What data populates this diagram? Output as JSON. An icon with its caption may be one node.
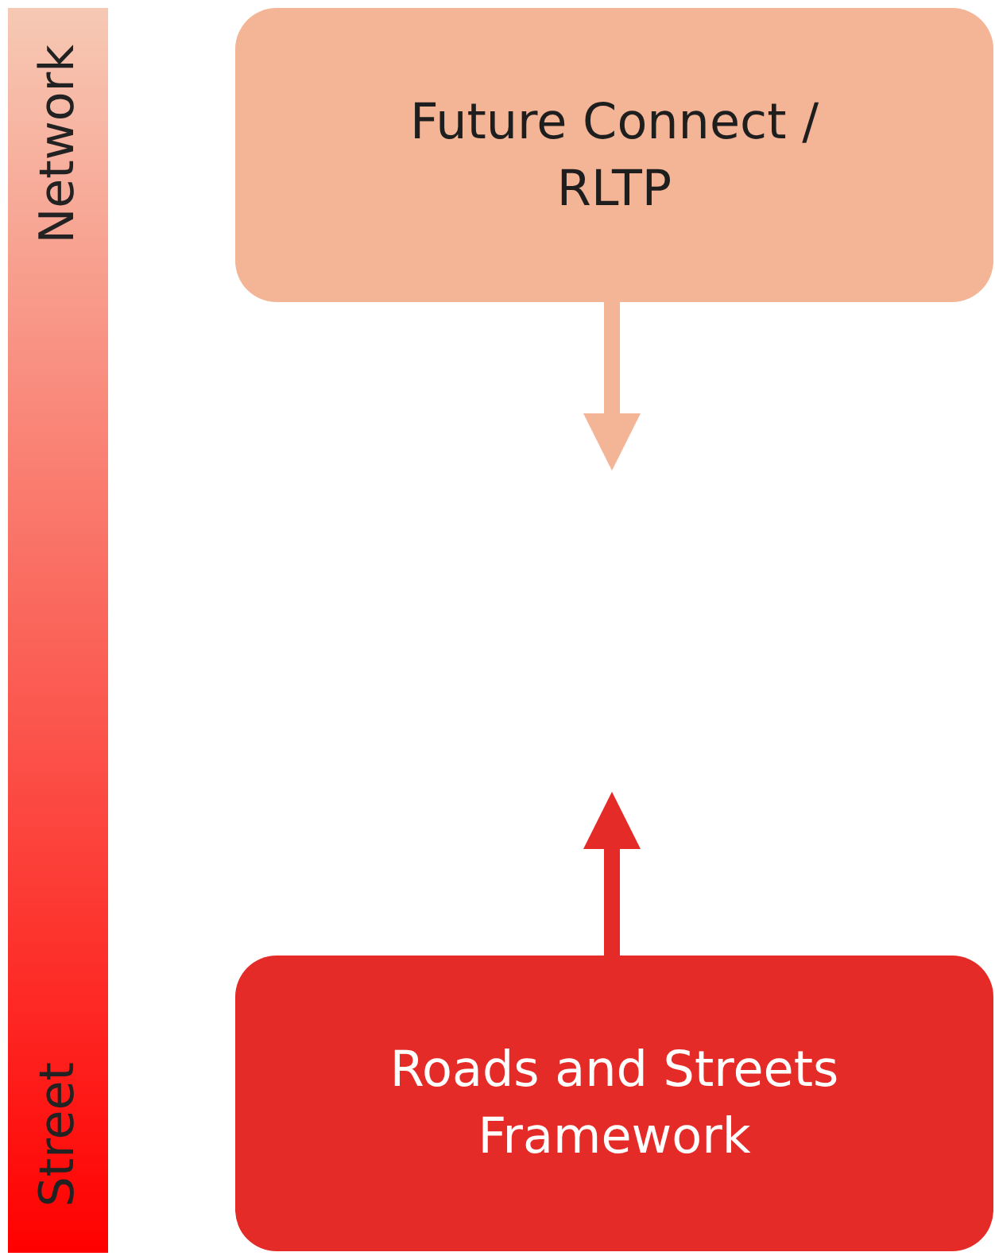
{
  "diagram": {
    "nodes": [
      {
        "text": [
          "Future Connect / RLTP"
        ]
      },
      {
        "text": [
          "Roads and Streets Framework"
        ]
      }
    ],
    "edges": [
      {
        "from": 0,
        "to": null,
        "arrow": "to",
        "color": "#f4b496"
      },
      {
        "from": 1,
        "to": null,
        "arrow": "to",
        "color": "#e52b27"
      }
    ],
    "labels": [
      "Network",
      "Street"
    ]
  }
}
